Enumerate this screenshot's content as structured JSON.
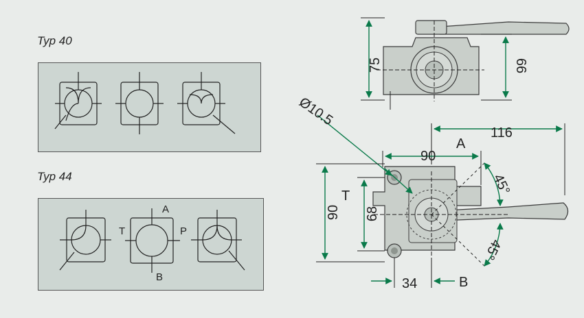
{
  "symbols": {
    "typ40": {
      "label": "Typ 40"
    },
    "typ44": {
      "label": "Typ 44",
      "port_a": "A",
      "port_b": "B",
      "port_t": "T",
      "port_p": "P"
    }
  },
  "dimensions": {
    "top_view": {
      "height": "75",
      "axis_height": "66"
    },
    "front_view": {
      "hole_diameter": "Ø10.5",
      "width": "90",
      "handle_reach": "116",
      "port_a": "A",
      "port_t": "T",
      "port_b": "B",
      "angle_upper": "45°",
      "angle_lower": "45°",
      "height": "90",
      "hole_spacing": "68",
      "offset": "34"
    }
  },
  "colors": {
    "background": "#e9ecea",
    "panel": "#cdd6d2",
    "dimension_line": "#0a7a4a",
    "part_fill": "#c9cfca",
    "part_stroke": "#3a3a3a"
  }
}
